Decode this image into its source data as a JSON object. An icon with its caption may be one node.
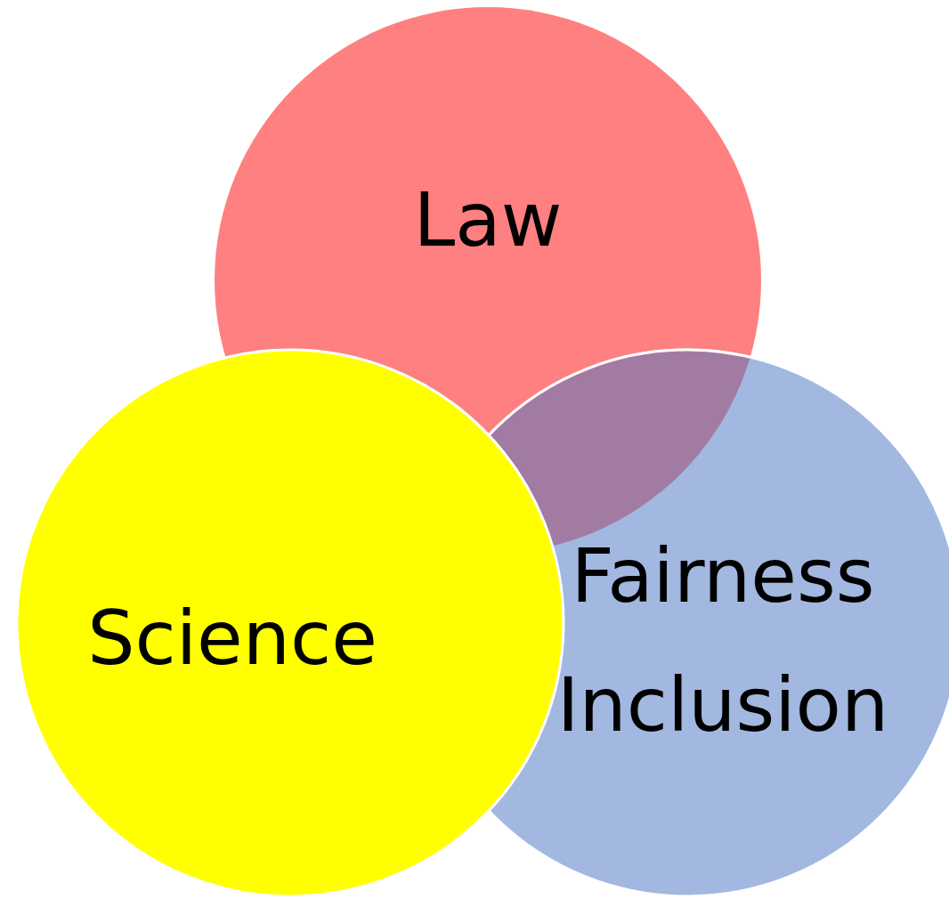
{
  "diagram": {
    "nodes": [
      {
        "text": [
          "Law"
        ]
      },
      {
        "text": [
          "Fairness Inclusion"
        ]
      },
      {
        "text": [
          "Science"
        ]
      }
    ]
  }
}
